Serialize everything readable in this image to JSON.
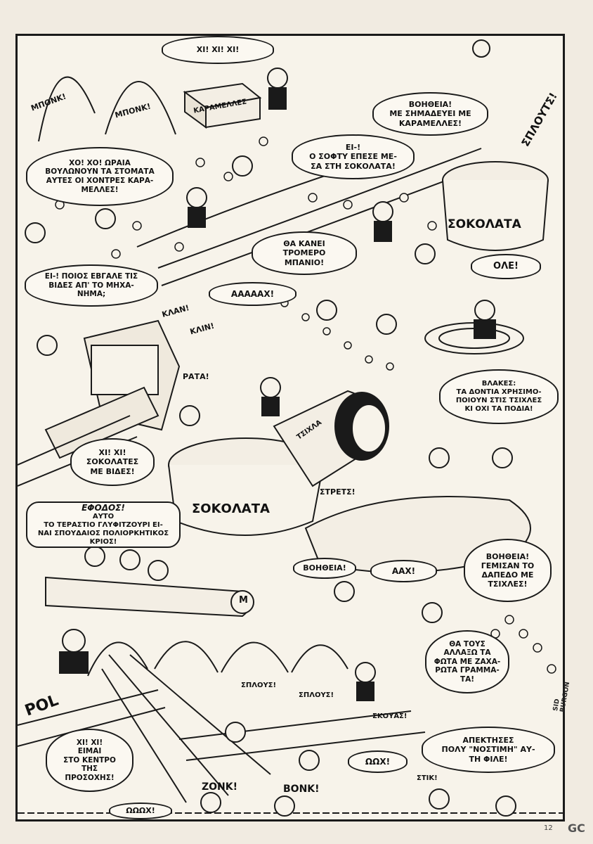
{
  "bubbles": {
    "xi_top": "ΧΙ! ΧΙ! ΧΙ!",
    "help_caramels": "ΒΟΗΘΕΙΑ!\nΜΕ ΣΗΜΑΔΕΥΕΙ ΜΕ\nΚΑΡΑΜΕΛΛΕΣ!",
    "xo_xo": "ΧΟ! ΧΟ! ΩΡΑΙΑ\nΒΟΥΛΩΝΟΥΝ ΤΑ ΣΤΟΜΑΤΑ\nΑΥΤΕΣ ΟΙ ΧΟΝΤΡΕΣ ΚΑΡΑ-\nΜΕΛΛΕΣ!",
    "sofly_fell": "ΕΙ-!\nΟ ΣΟΦΤΥ ΕΠΕΣΕ ΜΕ-\nΣΑ ΣΤΗ ΣΟΚΟΛΑΤΑ!",
    "tromero_banio": "ΘΑ ΚΑΝΕΙ\nΤΡΟΜΕΡΟ\nΜΠΑΝΙΟ!",
    "ole": "ΟΛΕ!",
    "who_screws": "ΕΙ-! ΠΟΙΟΣ ΕΒΓΑΛΕ ΤΙΣ\nΒΙΔΕΣ ΑΠ' ΤΟ ΜΗΧΑ-\nΝΗΜΑ;",
    "aaaax": "ΑΑΑΑΑΧ!",
    "vlakes": "ΒΛΑΚΕΣ:\nΤΑ ΔΟΝΤΙΑ ΧΡΗΣΙΜΟ-\nΠΟΙΟΥΝ ΣΤΙΣ ΤΣΙΧΛΕΣ\nΚΙ ΟΧΙ ΤΑ ΠΟΔΙΑ!",
    "xi_sokolates": "ΧΙ! ΧΙ!\nΣΟΚΟΛΑΤΕΣ\nΜΕ ΒΙΔΕΣ!",
    "efodos_lead": "ΕΦΟΔΟΣ!",
    "efodos_rest": "ΑΥΤΟ\nΤΟ ΤΕΡΑΣΤΙΟ ΓΛΥΦΙΤΖΟΥΡΙ ΕΙ-\nΝΑΙ ΣΠΟΥΔΑΙΟΣ ΠΟΛΙΟΡΚΗΤΙΚΟΣ\nΚΡΙΟΣ!",
    "help_floor": "ΒΟΗΘΕΙΑ!\nΓΕΜΙΣΑΝ ΤΟ\nΔΑΠΕΔΟ ΜΕ\nΤΣΙΧΛΕΣ!",
    "help_small": "ΒΟΗΘΕΙΑ!",
    "aax": "ΑΑΧ!",
    "lights": "ΘΑ ΤΟΥΣ\nΑΛΛΑΞΩ ΤΑ\nΦΩΤΑ ΜΕ ΖΑΧΑ-\nΡΩΤΑ ΓΡΑΜΜΑ-\nΤΑ!",
    "center": "ΧΙ! ΧΙ!\nΕΙΜΑΙ\nΣΤΟ ΚΕΝΤΡΟ ΤΗΣ\nΠΡΟΣΟΧΗΣ!",
    "apektises": "ΑΠΕΚΤΗΣΕΣ\nΠΟΛΥ \"ΝΟΣΤΙΜΗ\" ΑΥ-\nΤΗ ΦΙΛΕ!",
    "ooox": "ΩΩΧ!",
    "oooox_bottom": "ΩΩΩΧ!"
  },
  "sfx": {
    "bonk1": "ΜΠΟΝΚ!",
    "bonk2": "ΜΠΟΝΚ!",
    "splouts": "ΣΠΛΟΥΤΣ!",
    "klan": "ΚΛΑΝ!",
    "klin": "ΚΛΙΝ!",
    "rata": "ΡΑΤΑ!",
    "strets": "ΣΤΡΕΤΣ!",
    "splous1": "ΣΠΛΟΥΣ!",
    "splous2": "ΣΠΛΟΥΣ!",
    "skouas": "ΣΚΟΥΑΣ!",
    "stik": "ΣΤΙΚ!",
    "zonk": "ZONK!",
    "bonk3": "BONK!"
  },
  "labels": {
    "caramels_box": "ΚΑΡΑΜΕΛΛΕΣ",
    "chocolate_vat": "ΣΟΚΟΛΑΤΑ",
    "chocolate_bowl": "ΣΟΚΟΛΑΤΑ",
    "gum_tube": "ΤΣΙΧΛΑ",
    "lolly_m": "M",
    "letters": "POL"
  },
  "signature": "SID BURGON",
  "page_number": "12",
  "corner_mark": "GC",
  "colors": {
    "paper": "#f1ebe1",
    "ink": "#1a1a1a",
    "panel": "#f7f3ea"
  }
}
